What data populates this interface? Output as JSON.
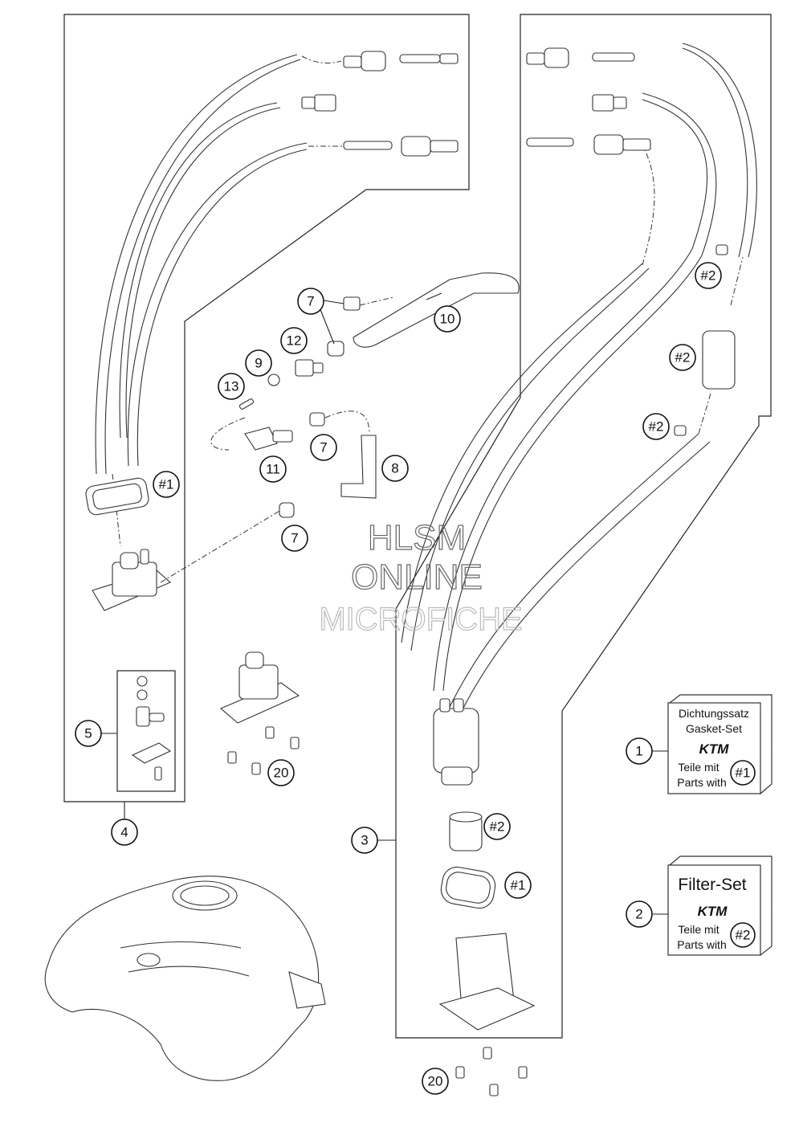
{
  "callouts": {
    "c1": "1",
    "c2": "2",
    "c3": "3",
    "c4": "4",
    "c5": "5",
    "c7a": "7",
    "c7b": "7",
    "c7c": "7",
    "c8": "8",
    "c9": "9",
    "c10": "10",
    "c11": "11",
    "c12": "12",
    "c13": "13",
    "c20a": "20",
    "c20b": "20",
    "h1a": "#1",
    "h1b": "#1",
    "h2a": "#2",
    "h2b": "#2",
    "h2c": "#2",
    "h2d": "#2"
  },
  "gasket_kit": {
    "line1": "Dichtungssatz",
    "line2": "Gasket-Set",
    "brand": "KTM",
    "line3": "Teile mit",
    "line4": "Parts with",
    "ref": "#1"
  },
  "filter_kit": {
    "title": "Filter-Set",
    "brand": "KTM",
    "line3": "Teile mit",
    "line4": "Parts with",
    "ref": "#2"
  },
  "watermark": {
    "line1": "HLSM",
    "line2": "ONLINE",
    "line3": "MICROFICHE"
  }
}
